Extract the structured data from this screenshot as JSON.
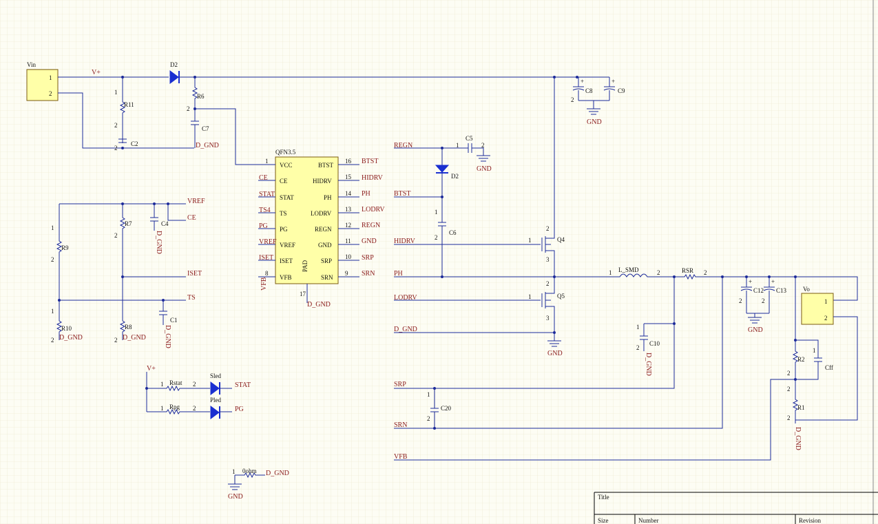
{
  "connector_vin": {
    "ref": "Vin",
    "pins": [
      "1",
      "2"
    ]
  },
  "connector_vo": {
    "ref": "Vo",
    "pins": [
      "1",
      "2"
    ]
  },
  "ic": {
    "ref": "QFN3.5",
    "pad": "PAD",
    "pad_pin": "17",
    "left_pins": [
      {
        "num": "1",
        "name": "VCC"
      },
      {
        "num": "",
        "name": "CE"
      },
      {
        "num": "",
        "name": "STAT"
      },
      {
        "num": "",
        "name": "TS"
      },
      {
        "num": "",
        "name": "PG"
      },
      {
        "num": "",
        "name": "VREF"
      },
      {
        "num": "",
        "name": "ISET"
      },
      {
        "num": "8",
        "name": "VFB"
      }
    ],
    "right_pins": [
      {
        "num": "16",
        "name": "BTST"
      },
      {
        "num": "15",
        "name": "HIDRV"
      },
      {
        "num": "14",
        "name": "PH"
      },
      {
        "num": "13",
        "name": "LODRV"
      },
      {
        "num": "12",
        "name": "REGN"
      },
      {
        "num": "11",
        "name": "GND"
      },
      {
        "num": "10",
        "name": "SRP"
      },
      {
        "num": "9",
        "name": "SRN"
      }
    ],
    "left_nets": [
      "CE",
      "STAT",
      "TS4",
      "PG",
      "VREF",
      "ISET",
      "VFB"
    ],
    "right_nets": [
      "BTST",
      "HIDRV",
      "PH",
      "LODRV",
      "REGN",
      "GND",
      "SRP",
      "SRN"
    ],
    "pad_net": "D_GND"
  },
  "nets": {
    "vplus": "V+",
    "dgnd": "D_GND",
    "gnd": "GND",
    "vref": "VREF",
    "ce": "CE",
    "iset": "ISET",
    "ts": "TS",
    "regn": "REGN",
    "btst": "BTST",
    "hidrv": "HIDRV",
    "ph": "PH",
    "lodrv": "LODRV",
    "srp": "SRP",
    "srn": "SRN",
    "vfb": "VFB",
    "stat": "STAT",
    "pg": "PG"
  },
  "parts": {
    "d2a": "D2",
    "d2b": "D2",
    "r6": "R6",
    "r11": "R11",
    "c2": "C2",
    "c7": "C7",
    "c8": "C8",
    "c9": "C9",
    "c5": "C5",
    "c6": "C6",
    "q4": "Q4",
    "q5": "Q5",
    "l": "L_SMD",
    "rsr": "RSR",
    "c12": "C12",
    "c13": "C13",
    "c10": "C10",
    "c20": "C20",
    "r2": "R2",
    "r1": "R1",
    "cff": "Cff",
    "r9": "R9",
    "r7": "R7",
    "r10": "R10",
    "r8": "R8",
    "c4": "C4",
    "c1": "C1",
    "rstat": "Rstat",
    "rpg": "Rpg",
    "sled": "Sled",
    "pled": "Pled",
    "r0": "0ohm"
  },
  "title_block": {
    "title": "Title",
    "size": "Size",
    "number": "Number",
    "revision": "Revision"
  }
}
